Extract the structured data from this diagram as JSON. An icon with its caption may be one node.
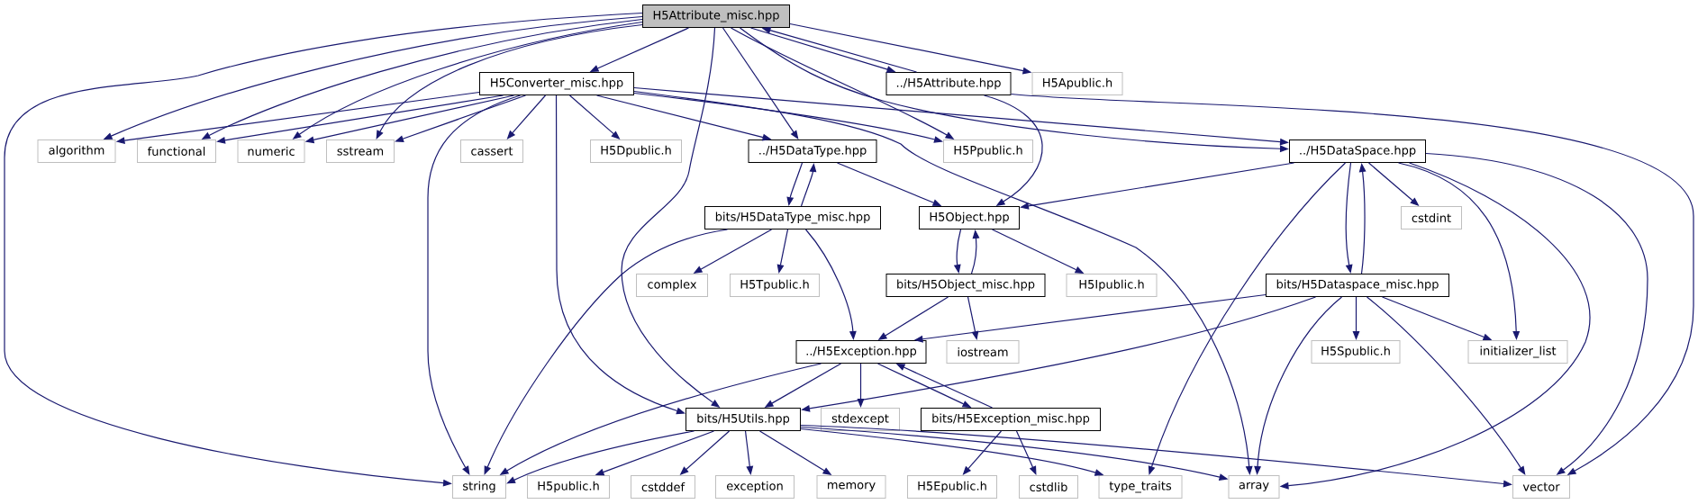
{
  "diagram": {
    "nodes": [
      {
        "text": [
          "H5Attribute_misc.hpp"
        ]
      },
      {
        "text": [
          "H5Converter_misc.hpp"
        ]
      },
      {
        "text": [
          "../H5Attribute.hpp"
        ]
      },
      {
        "text": [
          "H5Apublic.h"
        ]
      },
      {
        "text": [
          "algorithm"
        ]
      },
      {
        "text": [
          "functional"
        ]
      },
      {
        "text": [
          "numeric"
        ]
      },
      {
        "text": [
          "sstream"
        ]
      },
      {
        "text": [
          "cassert"
        ]
      },
      {
        "text": [
          "H5Dpublic.h"
        ]
      },
      {
        "text": [
          "../H5DataType.hpp"
        ]
      },
      {
        "text": [
          "H5Ppublic.h"
        ]
      },
      {
        "text": [
          "../H5DataSpace.hpp"
        ]
      },
      {
        "text": [
          "bits/H5DataType_misc.hpp"
        ]
      },
      {
        "text": [
          "H5Object.hpp"
        ]
      },
      {
        "text": [
          "cstdint"
        ]
      },
      {
        "text": [
          "complex"
        ]
      },
      {
        "text": [
          "H5Tpublic.h"
        ]
      },
      {
        "text": [
          "bits/H5Object_misc.hpp"
        ]
      },
      {
        "text": [
          "H5Ipublic.h"
        ]
      },
      {
        "text": [
          "bits/H5Dataspace_misc.hpp"
        ]
      },
      {
        "text": [
          "../H5Exception.hpp"
        ]
      },
      {
        "text": [
          "iostream"
        ]
      },
      {
        "text": [
          "H5Spublic.h"
        ]
      },
      {
        "text": [
          "initializer_list"
        ]
      },
      {
        "text": [
          "bits/H5Utils.hpp"
        ]
      },
      {
        "text": [
          "stdexcept"
        ]
      },
      {
        "text": [
          "bits/H5Exception_misc.hpp"
        ]
      },
      {
        "text": [
          "string"
        ]
      },
      {
        "text": [
          "H5public.h"
        ]
      },
      {
        "text": [
          "cstddef"
        ]
      },
      {
        "text": [
          "exception"
        ]
      },
      {
        "text": [
          "memory"
        ]
      },
      {
        "text": [
          "H5Epublic.h"
        ]
      },
      {
        "text": [
          "cstdlib"
        ]
      },
      {
        "text": [
          "type_traits"
        ]
      },
      {
        "text": [
          "array"
        ]
      },
      {
        "text": [
          "vector"
        ]
      }
    ],
    "edges": [
      {
        "from": 0,
        "to": 28,
        "arrow": "to"
      },
      {
        "from": 0,
        "to": 4,
        "arrow": "to"
      },
      {
        "from": 0,
        "to": 5,
        "arrow": "to"
      },
      {
        "from": 0,
        "to": 6,
        "arrow": "to"
      },
      {
        "from": 0,
        "to": 7,
        "arrow": "to"
      },
      {
        "from": 0,
        "to": 1,
        "arrow": "to"
      },
      {
        "from": 0,
        "to": 25,
        "arrow": "to"
      },
      {
        "from": 0,
        "to": 10,
        "arrow": "to"
      },
      {
        "from": 0,
        "to": 11,
        "arrow": "to"
      },
      {
        "from": 0,
        "to": 12,
        "arrow": "to"
      },
      {
        "from": 0,
        "to": 2,
        "arrow": "to"
      },
      {
        "from": 0,
        "to": 3,
        "arrow": "to"
      },
      {
        "from": 1,
        "to": 4,
        "arrow": "to"
      },
      {
        "from": 1,
        "to": 5,
        "arrow": "to"
      },
      {
        "from": 1,
        "to": 6,
        "arrow": "to"
      },
      {
        "from": 1,
        "to": 7,
        "arrow": "to"
      },
      {
        "from": 1,
        "to": 8,
        "arrow": "to"
      },
      {
        "from": 1,
        "to": 28,
        "arrow": "to"
      },
      {
        "from": 1,
        "to": 25,
        "arrow": "to"
      },
      {
        "from": 1,
        "to": 9,
        "arrow": "to"
      },
      {
        "from": 1,
        "to": 10,
        "arrow": "to"
      },
      {
        "from": 1,
        "to": 11,
        "arrow": "to"
      },
      {
        "from": 1,
        "to": 36,
        "arrow": "to"
      },
      {
        "from": 1,
        "to": 12,
        "arrow": "to"
      },
      {
        "from": 2,
        "to": 0,
        "arrow": "to"
      },
      {
        "from": 2,
        "to": 14,
        "arrow": "to"
      },
      {
        "from": 2,
        "to": 37,
        "arrow": "to"
      },
      {
        "from": 10,
        "to": 13,
        "arrow": "to"
      },
      {
        "from": 10,
        "to": 14,
        "arrow": "to"
      },
      {
        "from": 13,
        "to": 10,
        "arrow": "to"
      },
      {
        "from": 13,
        "to": 28,
        "arrow": "to"
      },
      {
        "from": 13,
        "to": 16,
        "arrow": "to"
      },
      {
        "from": 13,
        "to": 17,
        "arrow": "to"
      },
      {
        "from": 13,
        "to": 21,
        "arrow": "to"
      },
      {
        "from": 14,
        "to": 18,
        "arrow": "to"
      },
      {
        "from": 14,
        "to": 19,
        "arrow": "to"
      },
      {
        "from": 18,
        "to": 14,
        "arrow": "to"
      },
      {
        "from": 18,
        "to": 21,
        "arrow": "to"
      },
      {
        "from": 18,
        "to": 22,
        "arrow": "to"
      },
      {
        "from": 12,
        "to": 14,
        "arrow": "to"
      },
      {
        "from": 12,
        "to": 35,
        "arrow": "to"
      },
      {
        "from": 12,
        "to": 20,
        "arrow": "to"
      },
      {
        "from": 12,
        "to": 15,
        "arrow": "to"
      },
      {
        "from": 12,
        "to": 24,
        "arrow": "to"
      },
      {
        "from": 12,
        "to": 36,
        "arrow": "to"
      },
      {
        "from": 12,
        "to": 37,
        "arrow": "to"
      },
      {
        "from": 20,
        "to": 12,
        "arrow": "to"
      },
      {
        "from": 20,
        "to": 21,
        "arrow": "to"
      },
      {
        "from": 20,
        "to": 25,
        "arrow": "to"
      },
      {
        "from": 20,
        "to": 36,
        "arrow": "to"
      },
      {
        "from": 20,
        "to": 23,
        "arrow": "to"
      },
      {
        "from": 20,
        "to": 37,
        "arrow": "to"
      },
      {
        "from": 20,
        "to": 24,
        "arrow": "to"
      },
      {
        "from": 21,
        "to": 28,
        "arrow": "to"
      },
      {
        "from": 21,
        "to": 25,
        "arrow": "to"
      },
      {
        "from": 21,
        "to": 26,
        "arrow": "to"
      },
      {
        "from": 21,
        "to": 27,
        "arrow": "to"
      },
      {
        "from": 27,
        "to": 21,
        "arrow": "to"
      },
      {
        "from": 27,
        "to": 33,
        "arrow": "to"
      },
      {
        "from": 27,
        "to": 34,
        "arrow": "to"
      },
      {
        "from": 25,
        "to": 28,
        "arrow": "to"
      },
      {
        "from": 25,
        "to": 29,
        "arrow": "to"
      },
      {
        "from": 25,
        "to": 30,
        "arrow": "to"
      },
      {
        "from": 25,
        "to": 31,
        "arrow": "to"
      },
      {
        "from": 25,
        "to": 32,
        "arrow": "to"
      },
      {
        "from": 25,
        "to": 35,
        "arrow": "to"
      },
      {
        "from": 25,
        "to": 36,
        "arrow": "to"
      },
      {
        "from": 25,
        "to": 37,
        "arrow": "to"
      }
    ]
  }
}
